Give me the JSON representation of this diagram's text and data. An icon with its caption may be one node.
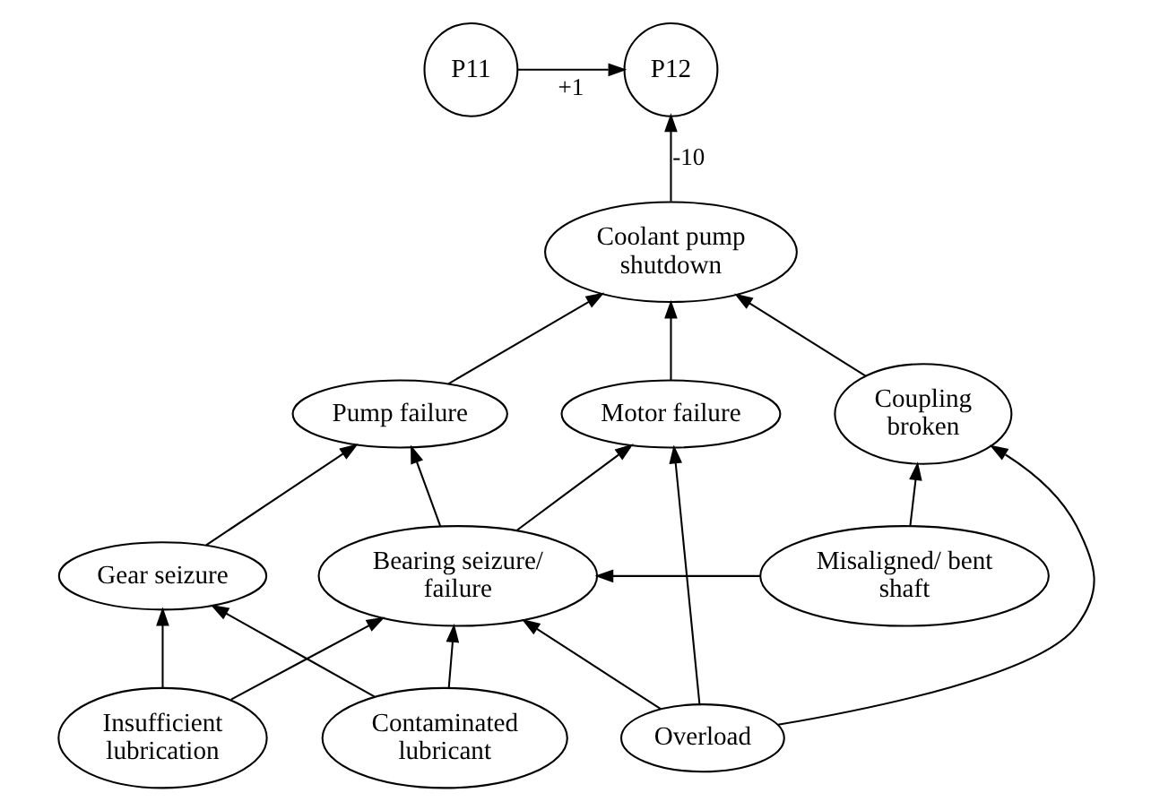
{
  "diagram": {
    "nodes": [
      {
        "text": [
          "P11"
        ]
      },
      {
        "text": [
          "P12"
        ]
      },
      {
        "text": [
          "Coolant pump shutdown"
        ]
      },
      {
        "text": [
          "Pump failure"
        ]
      },
      {
        "text": [
          "Motor failure"
        ]
      },
      {
        "text": [
          "Coupling broken"
        ]
      },
      {
        "text": [
          "Gear seizure"
        ]
      },
      {
        "text": [
          "Bearing seizure/ failure"
        ]
      },
      {
        "text": [
          "Misaligned/ bent shaft"
        ]
      },
      {
        "text": [
          "Contaminated lubricant"
        ]
      },
      {
        "text": [
          "Insufficient lubrication"
        ]
      },
      {
        "text": [
          "Overload"
        ]
      }
    ],
    "edges": [
      {
        "from": 0,
        "to": 1,
        "arrow": "to",
        "label": "+1"
      },
      {
        "from": 2,
        "to": 1,
        "arrow": "to",
        "label": "-10"
      },
      {
        "from": 3,
        "to": 2,
        "arrow": "to"
      },
      {
        "from": 4,
        "to": 2,
        "arrow": "to"
      },
      {
        "from": 5,
        "to": 2,
        "arrow": "to"
      },
      {
        "from": 6,
        "to": 3,
        "arrow": "to"
      },
      {
        "from": 7,
        "to": 3,
        "arrow": "to"
      },
      {
        "from": 7,
        "to": 4,
        "arrow": "to"
      },
      {
        "from": 8,
        "to": 5,
        "arrow": "to"
      },
      {
        "from": 8,
        "to": 7,
        "arrow": "to"
      },
      {
        "from": 9,
        "to": 6,
        "arrow": "to"
      },
      {
        "from": 9,
        "to": 7,
        "arrow": "to"
      },
      {
        "from": 10,
        "to": 6,
        "arrow": "to"
      },
      {
        "from": 10,
        "to": 7,
        "arrow": "to"
      },
      {
        "from": 11,
        "to": 7,
        "arrow": "to"
      },
      {
        "from": 11,
        "to": 4,
        "arrow": "to"
      },
      {
        "from": 11,
        "to": 5,
        "arrow": "to"
      }
    ]
  }
}
